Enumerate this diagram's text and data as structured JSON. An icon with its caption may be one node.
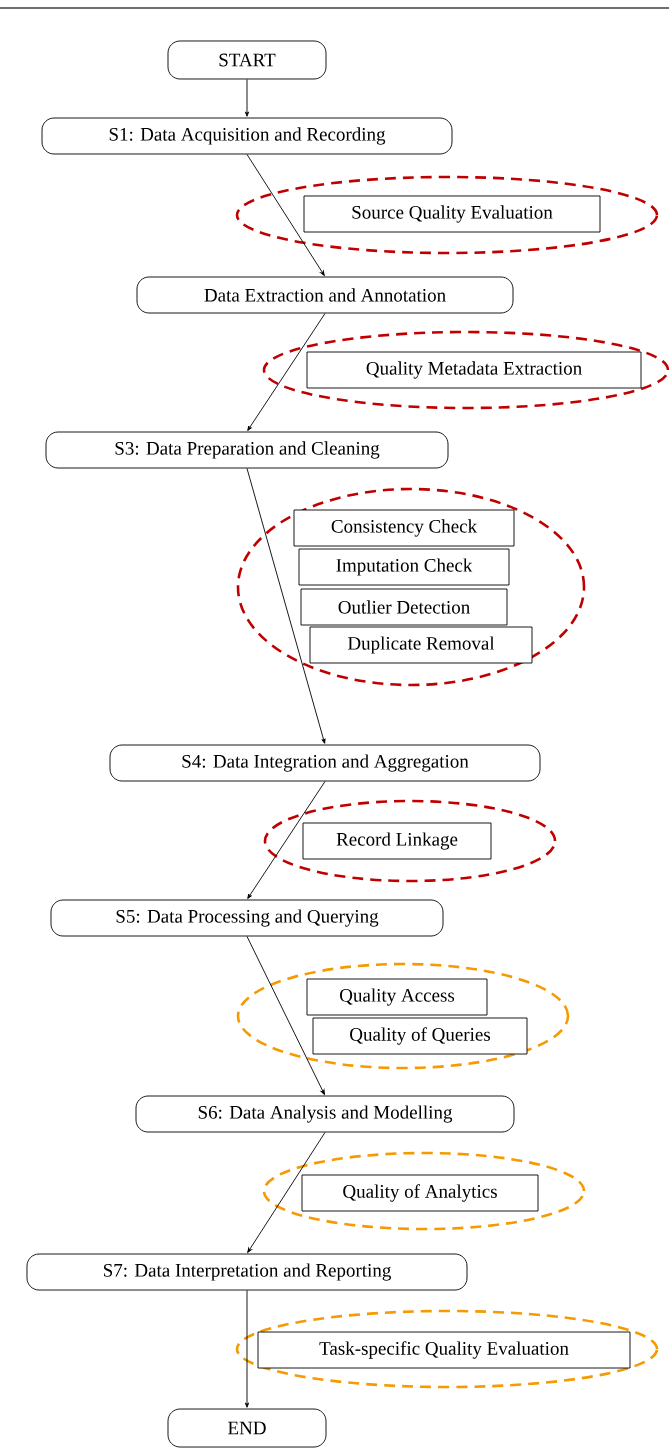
{
  "diagram": {
    "nodes": [
      {
        "text": [
          "START"
        ]
      },
      {
        "text": [
          "S1: Data Acquisition and Recording"
        ]
      },
      {
        "text": [],
        "shape": "ellipse"
      },
      {
        "text": [
          "Source Quality Evaluation"
        ],
        "in": 2
      },
      {
        "text": [
          "Data Extraction and Annotation"
        ]
      },
      {
        "text": [],
        "shape": "ellipse"
      },
      {
        "text": [
          "Quality Metadata Extraction"
        ],
        "in": 5
      },
      {
        "text": [
          "S3: Data Preparation and Cleaning"
        ]
      },
      {
        "text": [],
        "shape": "ellipse"
      },
      {
        "text": [
          "Consistency Check"
        ],
        "in": 8
      },
      {
        "text": [
          "Imputation Check"
        ],
        "in": 8
      },
      {
        "text": [
          "Outlier Detection"
        ],
        "in": 8
      },
      {
        "text": [
          "Duplicate Removal"
        ],
        "in": 8
      },
      {
        "text": [
          "S4: Data Integration and Aggregation"
        ]
      },
      {
        "text": [],
        "shape": "ellipse"
      },
      {
        "text": [
          "Record Linkage"
        ],
        "in": 14
      },
      {
        "text": [
          "S5: Data Processing and Querying"
        ]
      },
      {
        "text": [],
        "shape": "ellipse"
      },
      {
        "text": [
          "Quality Access"
        ],
        "in": 17
      },
      {
        "text": [
          "Quality of Queries"
        ],
        "in": 17
      },
      {
        "text": [
          "S6: Data Analysis and Modelling"
        ]
      },
      {
        "text": [],
        "shape": "ellipse"
      },
      {
        "text": [
          "Quality of Analytics"
        ],
        "in": 21
      },
      {
        "text": [
          "S7: Data Interpretation and Reporting"
        ]
      },
      {
        "text": [],
        "shape": "ellipse"
      },
      {
        "text": [
          "Task-specific Quality Evaluation"
        ],
        "in": 24
      },
      {
        "text": [
          "END"
        ]
      }
    ],
    "edges": [
      {
        "from": 0,
        "to": 1,
        "arrow": "to"
      },
      {
        "from": 1,
        "to": 4,
        "arrow": "to"
      },
      {
        "from": 4,
        "to": 7,
        "arrow": "to"
      },
      {
        "from": 7,
        "to": 13,
        "arrow": "to"
      },
      {
        "from": 13,
        "to": 16,
        "arrow": "to"
      },
      {
        "from": 16,
        "to": 20,
        "arrow": "to"
      },
      {
        "from": 20,
        "to": 23,
        "arrow": "to"
      },
      {
        "from": 23,
        "to": 26,
        "arrow": "to"
      }
    ]
  }
}
